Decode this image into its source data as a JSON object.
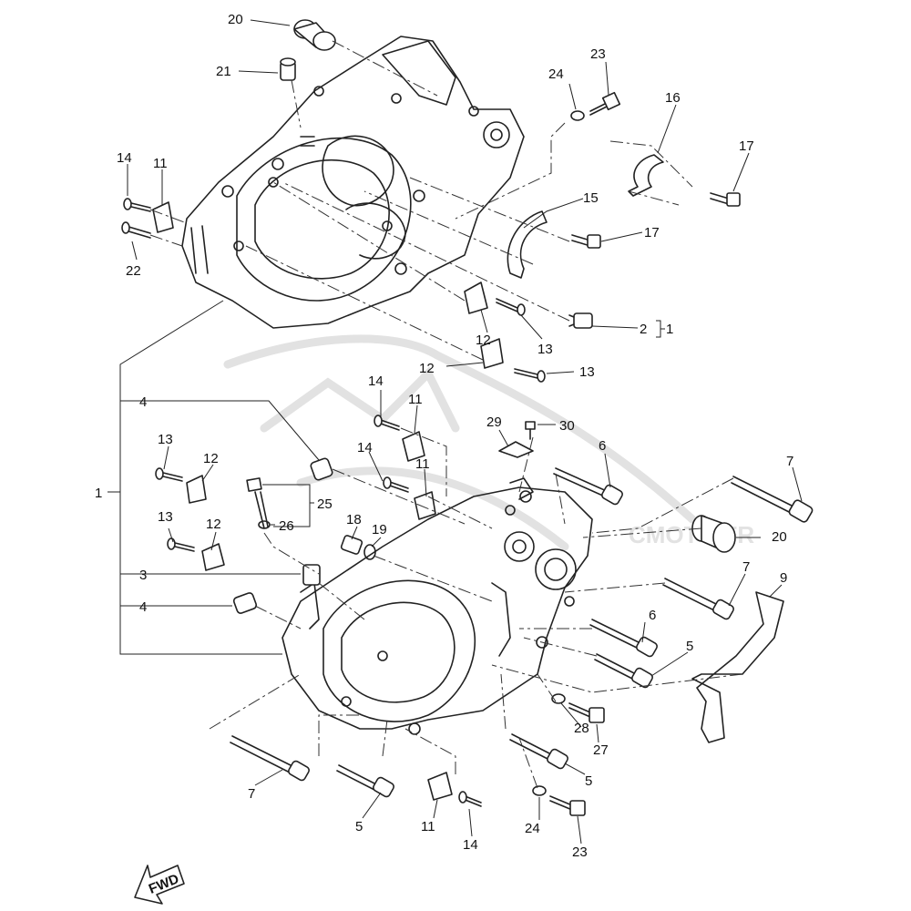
{
  "watermark": {
    "text": "CMOTO.FR"
  },
  "fwd_label": "FWD",
  "labels": {
    "l20a": "20",
    "l21": "21",
    "l24a": "24",
    "l23a": "23",
    "l16": "16",
    "l17a": "17",
    "l14a": "14",
    "l11a": "11",
    "l15": "15",
    "l17b": "17",
    "l22": "22",
    "l2": "2",
    "l2b": "1",
    "l12a": "12",
    "l13a": "13",
    "l12b": "12",
    "l13b": "13",
    "l4a": "4",
    "l14b": "14",
    "l11b": "11",
    "l29": "29",
    "l30": "30",
    "l13c": "13",
    "l12c": "12",
    "l14c": "14",
    "l6a": "6",
    "l7a": "7",
    "l1": "1",
    "l11c": "11",
    "l25": "25",
    "l26": "26",
    "l13d": "13",
    "l12d": "12",
    "l18": "18",
    "l19": "19",
    "l20b": "20",
    "l3": "3",
    "l7b": "7",
    "l9": "9",
    "l4b": "4",
    "l6b": "6",
    "l5a": "5",
    "l28": "28",
    "l27": "27",
    "l7c": "7",
    "l5b": "5",
    "l5c": "5",
    "l11d": "11",
    "l14d": "14",
    "l24b": "24",
    "l23b": "23"
  }
}
